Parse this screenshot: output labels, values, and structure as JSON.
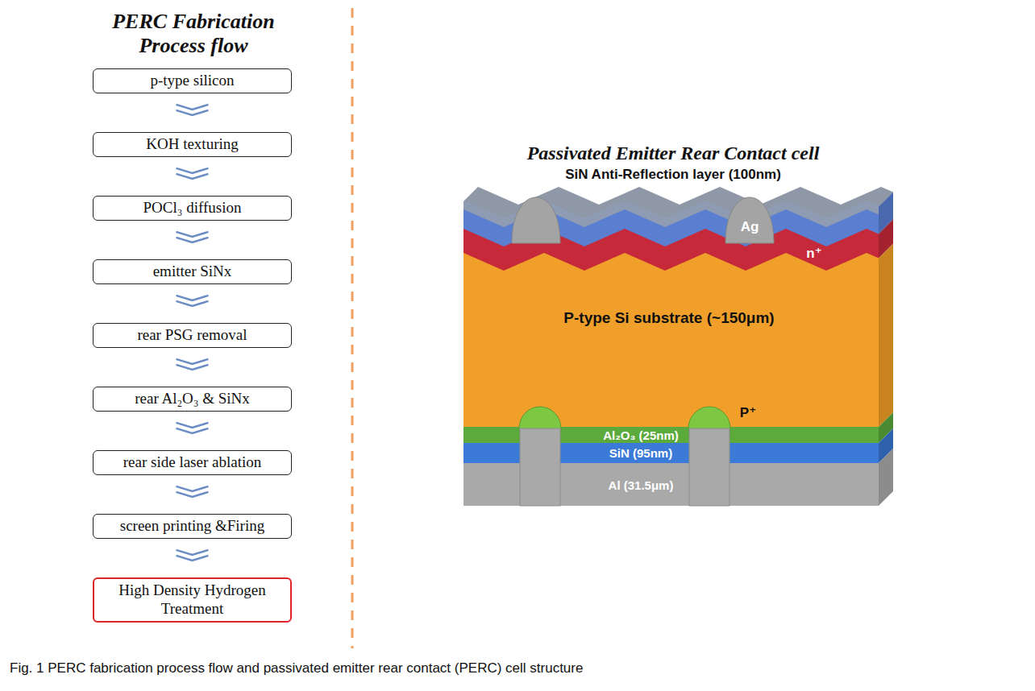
{
  "diagram": {
    "title": "PERC Fabrication Process flow",
    "caption": "Fig. 1 PERC fabrication process flow and passivated emitter rear contact (PERC) cell structure",
    "nodes": [
      {
        "text": [
          "p-type silicon"
        ]
      },
      {
        "text": [
          "KOH texturing"
        ]
      },
      {
        "text": [
          "POCl₃ diffusion"
        ]
      },
      {
        "text": [
          "emitter SiNx"
        ]
      },
      {
        "text": [
          "rear PSG removal"
        ]
      },
      {
        "text": [
          "rear Al₂O₃ & SiNx"
        ]
      },
      {
        "text": [
          "rear side laser ablation"
        ]
      },
      {
        "text": [
          "screen printing &Firing"
        ]
      },
      {
        "text": [
          "High Density Hydrogen Treatment"
        ]
      }
    ],
    "edges": [
      {
        "from": 0,
        "to": 1,
        "arrow": "to"
      },
      {
        "from": 1,
        "to": 2,
        "arrow": "to"
      },
      {
        "from": 2,
        "to": 3,
        "arrow": "to"
      },
      {
        "from": 3,
        "to": 4,
        "arrow": "to"
      },
      {
        "from": 4,
        "to": 5,
        "arrow": "to"
      },
      {
        "from": 5,
        "to": 6,
        "arrow": "to"
      },
      {
        "from": 6,
        "to": 7,
        "arrow": "to"
      },
      {
        "from": 7,
        "to": 8,
        "arrow": "to"
      }
    ],
    "labels": [
      "Passivated Emitter Rear Contact cell",
      "SiN Anti-Reflection layer (100nm)",
      "Ag",
      "n⁺",
      "P-type Si substrate (~150μm)",
      "P⁺",
      "Al₂O₃ (25nm)",
      "SiN (95nm)",
      "Al (31.5μm)"
    ]
  }
}
